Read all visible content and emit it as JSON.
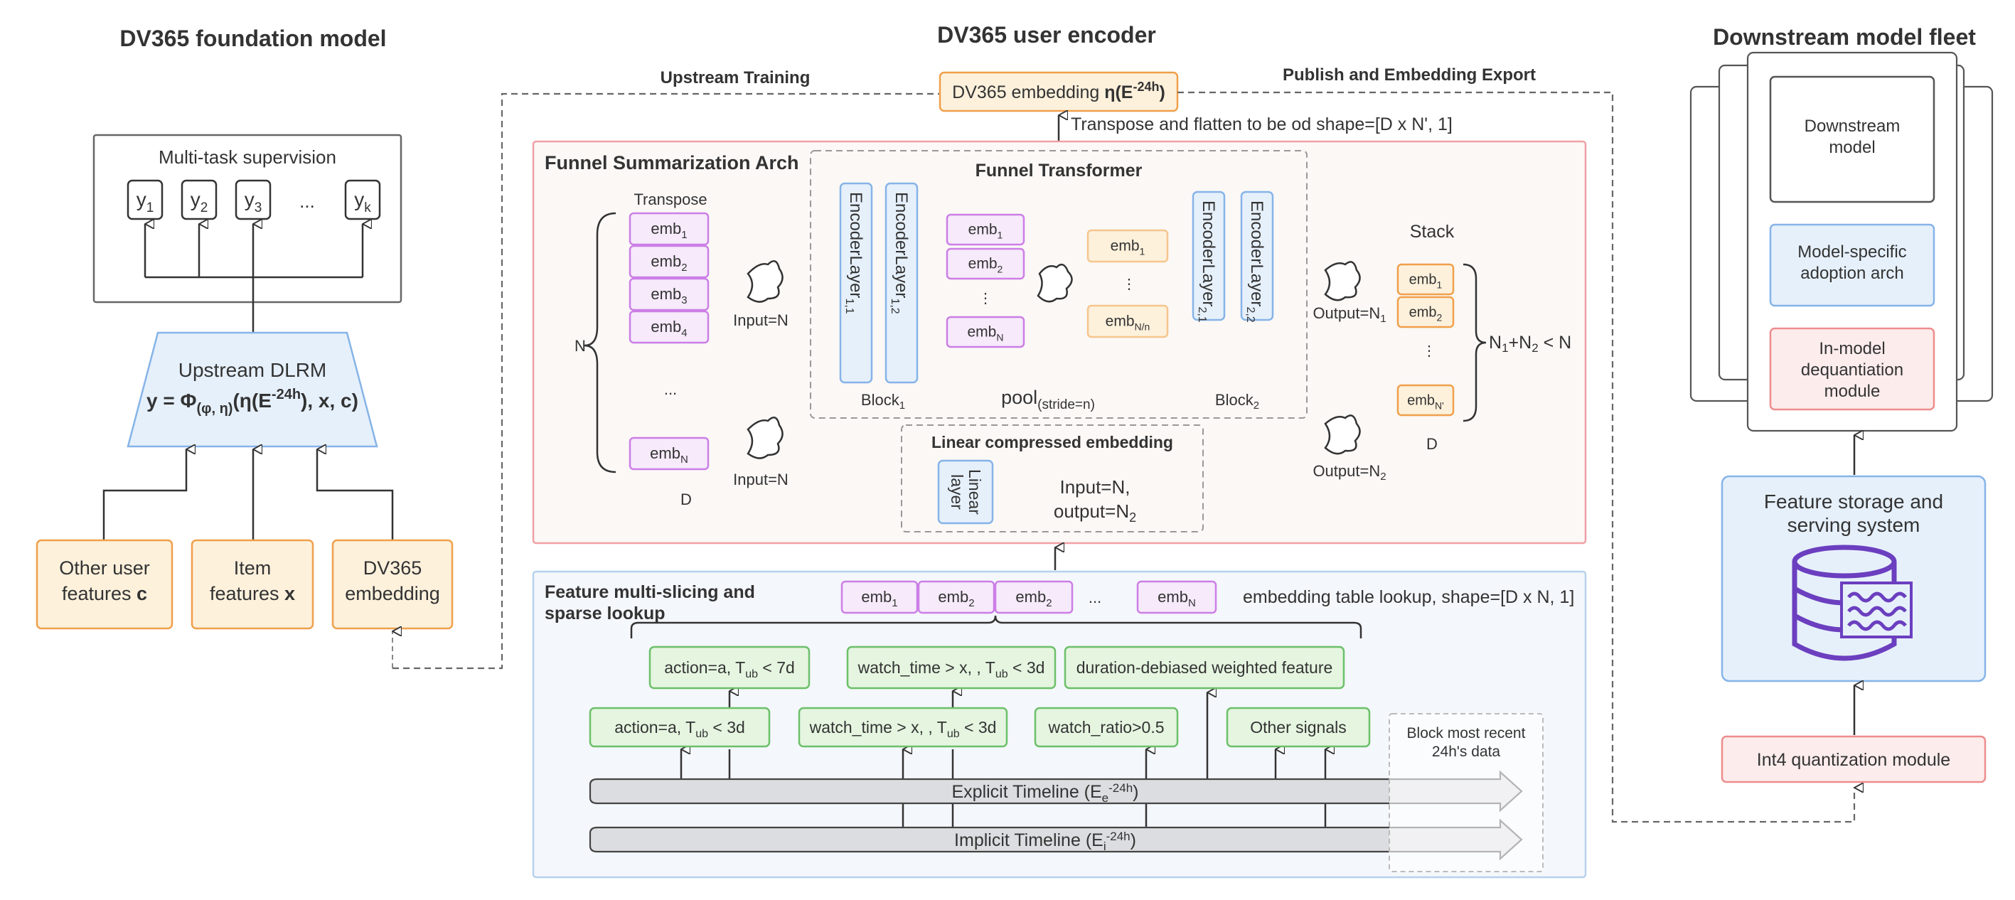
{
  "titles": {
    "foundation": "DV365 foundation model",
    "encoder": "DV365 user encoder",
    "fleet": "Downstream model fleet"
  },
  "foundation": {
    "multitask_label": "Multi-task supervision",
    "targets": [
      {
        "base": "y",
        "sub": "1"
      },
      {
        "base": "y",
        "sub": "2"
      },
      {
        "base": "y",
        "sub": "3"
      },
      {
        "base": "...",
        "sub": ""
      },
      {
        "base": "y",
        "sub": "k"
      }
    ],
    "dlrm_title": "Upstream DLRM",
    "dlrm_formula": {
      "a": "y = Φ",
      "b": "(φ, η)",
      "c": "(η(E",
      "d": "-24h",
      "e": "), x, c)"
    },
    "inputs": [
      {
        "line1": "Other user",
        "line2": "features ",
        "bold": "c"
      },
      {
        "line1": "Item",
        "line2": "features ",
        "bold": "x"
      },
      {
        "line1": "DV365",
        "line2": "embedding",
        "bold": ""
      }
    ]
  },
  "links": {
    "upstream_training": "Upstream Training",
    "publish_export": "Publish and Embedding Export",
    "embedding_box": {
      "a": "DV365 embedding ",
      "b": "η(E",
      "c": "-24h",
      "d": ")"
    },
    "transpose_note": "Transpose and flatten to be od shape=[D x N', 1]"
  },
  "funnel": {
    "panel_title": "Funnel Summarization Arch",
    "transformer_title": "Funnel Transformer",
    "transpose_label": "Transpose",
    "n_label": "N",
    "d_label": "D",
    "input_top": "Input=N",
    "input_bottom": "Input=N",
    "embs_in": [
      {
        "base": "emb",
        "sub": "1"
      },
      {
        "base": "emb",
        "sub": "2"
      },
      {
        "base": "emb",
        "sub": "3"
      },
      {
        "base": "emb",
        "sub": "4"
      },
      {
        "base": "emb",
        "sub": "N"
      }
    ],
    "encoder_layers": [
      {
        "base": "EncoderLayer",
        "sub": "1,1"
      },
      {
        "base": "EncoderLayer",
        "sub": "1,2"
      },
      {
        "base": "EncoderLayer",
        "sub": "2,1"
      },
      {
        "base": "EncoderLayer",
        "sub": "2,2"
      }
    ],
    "block1": {
      "base": "Block",
      "sub": "1"
    },
    "block2": {
      "base": "Block",
      "sub": "2"
    },
    "pool": {
      "base": "pool",
      "sub": "(stride=n)"
    },
    "mid_embs": [
      {
        "base": "emb",
        "sub": "1"
      },
      {
        "base": "emb",
        "sub": "2"
      },
      {
        "base": "emb",
        "sub": "N"
      }
    ],
    "pooled_embs": [
      {
        "base": "emb",
        "sub": "1"
      },
      {
        "base": "emb",
        "sub": "N/n"
      }
    ],
    "output_top": {
      "base": "Output=N",
      "sub": "1"
    },
    "output_bottom": {
      "base": "Output=N",
      "sub": "2"
    },
    "stack_label": "Stack",
    "stack_embs": [
      {
        "base": "emb",
        "sub": "1"
      },
      {
        "base": "emb",
        "sub": "2"
      },
      {
        "base": "emb",
        "sub": "N'"
      }
    ],
    "stack_d": "D",
    "constraint": {
      "a": "N",
      "b": "1",
      "c": "+N",
      "d": "2",
      "e": " < N"
    },
    "linear_title": "Linear compressed embedding",
    "linear_layer": [
      "Linear",
      "layer"
    ],
    "linear_io": {
      "line1": "Input=N,",
      "line2": "output=N",
      "sub": "2"
    },
    "ellipsis": "..."
  },
  "features": {
    "panel_title": [
      "Feature multi-slicing and",
      "sparse lookup"
    ],
    "lookup_embs": [
      {
        "base": "emb",
        "sub": "1"
      },
      {
        "base": "emb",
        "sub": "2"
      },
      {
        "base": "emb",
        "sub": "2"
      },
      {
        "base": "...",
        "sub": ""
      },
      {
        "base": "emb",
        "sub": "N"
      }
    ],
    "lookup_note": "embedding table lookup, shape=[D x N, 1]",
    "row_top": [
      {
        "a": "action=a, T",
        "sub": "ub",
        "b": " < 7d"
      },
      {
        "a": "watch_time > x, , T",
        "sub": "ub",
        "b": " < 3d"
      },
      {
        "a": "duration-debiased weighted feature",
        "sub": "",
        "b": ""
      }
    ],
    "row_bottom": [
      {
        "a": "action=a, T",
        "sub": "ub",
        "b": " < 3d"
      },
      {
        "a": "watch_time > x, , T",
        "sub": "ub",
        "b": " < 3d"
      },
      {
        "a": "watch_ratio>0.5",
        "sub": "",
        "b": ""
      },
      {
        "a": "Other signals",
        "sub": "",
        "b": ""
      }
    ],
    "block_recent": [
      "Block most recent",
      "24h's data"
    ],
    "explicit_timeline": {
      "a": "Explicit Timeline (E",
      "sub": "e",
      "sup": "-24h",
      "b": ")"
    },
    "implicit_timeline": {
      "a": "Implicit Timeline (E",
      "sub": "i",
      "sup": "-24h",
      "b": ")"
    }
  },
  "fleet": {
    "downstream_model": [
      "Downstream",
      "model"
    ],
    "adoption": [
      "Model-specific",
      "adoption arch"
    ],
    "dequant": [
      "In-model",
      "dequantiation",
      "module"
    ],
    "storage": [
      "Feature storage and",
      "serving system"
    ],
    "quant": "Int4 quantization module"
  },
  "colors": {
    "orange_fill": "#fdf1dc",
    "orange_stroke": "#f0a04b",
    "blue_fill": "#e6f0fb",
    "blue_stroke": "#86b4e8",
    "green_fill": "#e5f5e0",
    "green_stroke": "#6cc06a",
    "purple_fill": "#f6eafb",
    "purple_stroke": "#cc7ee6",
    "red_fill": "#fdecec",
    "red_stroke": "#ee8d8d",
    "db_purple": "#6b3fbf"
  }
}
